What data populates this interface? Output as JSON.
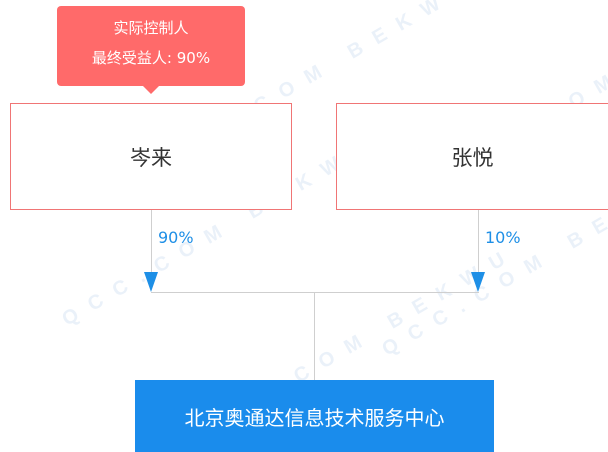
{
  "watermark_text": "QCC.COM BEKWU",
  "tooltip": {
    "title": "实际控制人",
    "detail": "最终受益人: 90%"
  },
  "shareholders": [
    {
      "name": "岑来",
      "percent_label": "90%"
    },
    {
      "name": "张悦",
      "percent_label": "10%"
    }
  ],
  "company": {
    "name": "北京奥通达信息技术服务中心"
  },
  "colors": {
    "tooltip_bg": "#ff6a6a",
    "person_border": "#f07575",
    "percent_text": "#1e8fe6",
    "arrow": "#1e8fe6",
    "company_bg": "#1a8cec",
    "connector": "#cfcfcf"
  }
}
